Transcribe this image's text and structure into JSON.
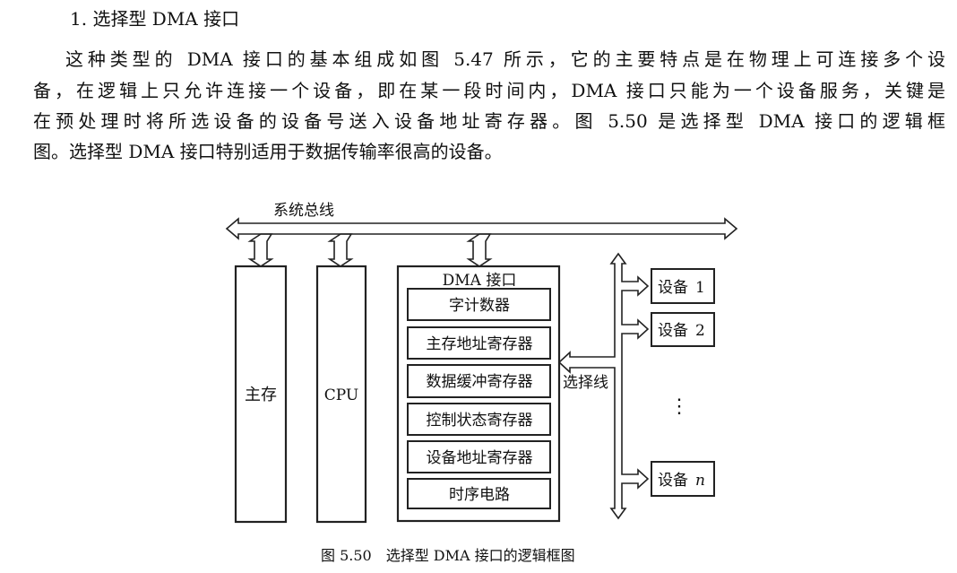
{
  "section_heading": "1. 选择型 DMA 接口",
  "paragraph_lines": [
    "这种类型的 DMA 接口的基本组成如图 5.47 所示，它的主要特点是在物理上可连接多个设",
    "备，在逻辑上只允许连接一个设备，即在某一段时间内，DMA 接口只能为一个设备服务，关键是",
    "在预处理时将所选设备的设备号送入设备地址寄存器。图 5.50 是选择型 DMA 接口的逻辑框",
    "图。选择型 DMA 接口特别适用于数据传输率很高的设备。"
  ],
  "diagram": {
    "bus_label": "系统总线",
    "memory_label": "主存",
    "cpu_label": "CPU",
    "dma_title": "DMA 接口",
    "dma_registers": [
      "字计数器",
      "主存地址寄存器",
      "数据缓冲寄存器",
      "控制状态寄存器",
      "设备地址寄存器",
      "时序电路"
    ],
    "select_line_label": "选择线",
    "devices": [
      {
        "name": "设备",
        "num": "1"
      },
      {
        "name": "设备",
        "num": "2"
      },
      {
        "name": "设备",
        "num": "n"
      }
    ],
    "ellipsis": "⋮"
  },
  "caption": "图 5.50　选择型 DMA 接口的逻辑框图"
}
